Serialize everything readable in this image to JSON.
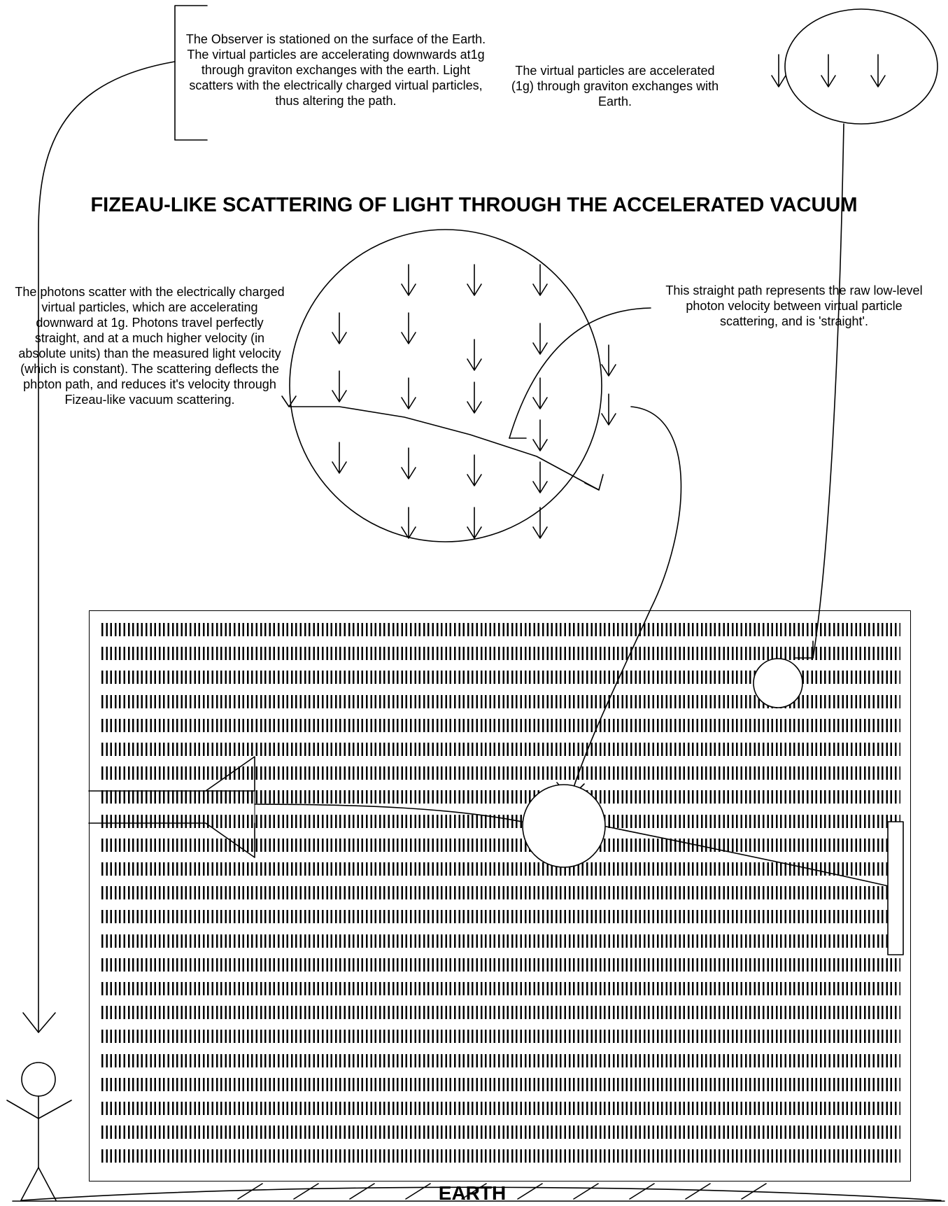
{
  "title": "FIZEAU-LIKE SCATTERING OF LIGHT THROUGH THE ACCELERATED VACUUM",
  "observer_note": "The Observer is stationed on the surface of the Earth. The virtual particles are accelerating downwards at1g through graviton exchanges with the earth. Light scatters with the electrically charged virtual particles, thus altering the path.",
  "particles_note": "The virtual particles are accelerated (1g) through graviton exchanges with Earth.",
  "photons_note": "The  photons scatter with the electrically charged virtual particles, which are accelerating downward at 1g. Photons travel perfectly straight, and at a much higher velocity (in absolute units)  than the measured light velocity (which is constant). The scattering deflects the photon path, and reduces it's velocity through Fizeau-like vacuum scattering.",
  "straight_path_note": "This straight path represents  the raw low-level photon velocity between virtual particle scattering, and is 'straight'.",
  "earth_label": "EARTH",
  "colors": {
    "ink": "#000000",
    "background": "#ffffff"
  },
  "icons": [
    "down-arrow-icon",
    "observer-stick-figure"
  ]
}
